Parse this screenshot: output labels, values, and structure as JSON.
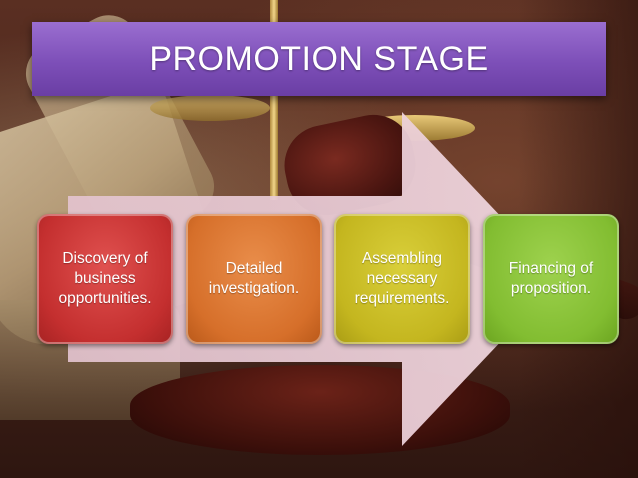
{
  "title": "PROMOTION STAGE",
  "steps": [
    {
      "label": "Discovery of business opportunities.",
      "color": "#c73232"
    },
    {
      "label": "Detailed investigation.",
      "color": "#d8722c"
    },
    {
      "label": "Assembling necessary requirements.",
      "color": "#c6b822"
    },
    {
      "label": "Financing of proposition.",
      "color": "#85bf34"
    }
  ],
  "arrow_color": "#e8c9d4"
}
